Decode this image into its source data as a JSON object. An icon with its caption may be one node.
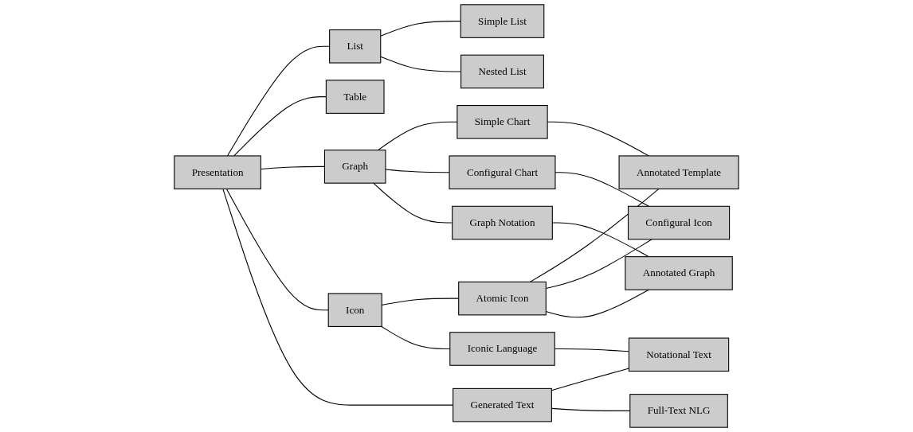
{
  "diagram": {
    "nodes": [
      {
        "text": [
          "Presentation"
        ]
      },
      {
        "text": [
          "List"
        ]
      },
      {
        "text": [
          "Table"
        ]
      },
      {
        "text": [
          "Graph"
        ]
      },
      {
        "text": [
          "Icon"
        ]
      },
      {
        "text": [
          "Generated Text"
        ]
      },
      {
        "text": [
          "Simple List"
        ]
      },
      {
        "text": [
          "Nested List"
        ]
      },
      {
        "text": [
          "Simple Chart"
        ]
      },
      {
        "text": [
          "Configural Chart"
        ]
      },
      {
        "text": [
          "Graph Notation"
        ]
      },
      {
        "text": [
          "Atomic Icon"
        ]
      },
      {
        "text": [
          "Iconic Language"
        ]
      },
      {
        "text": [
          "Full-Text NLG"
        ]
      },
      {
        "text": [
          "Annotated Template"
        ]
      },
      {
        "text": [
          "Configural Icon"
        ]
      },
      {
        "text": [
          "Annotated Graph"
        ]
      },
      {
        "text": [
          "Notational Text"
        ]
      }
    ],
    "edges": [
      {
        "from": 0,
        "to": 1,
        "arrow": "none"
      },
      {
        "from": 0,
        "to": 2,
        "arrow": "none"
      },
      {
        "from": 0,
        "to": 3,
        "arrow": "none"
      },
      {
        "from": 0,
        "to": 4,
        "arrow": "none"
      },
      {
        "from": 0,
        "to": 5,
        "arrow": "none"
      },
      {
        "from": 1,
        "to": 6,
        "arrow": "none"
      },
      {
        "from": 1,
        "to": 7,
        "arrow": "none"
      },
      {
        "from": 3,
        "to": 8,
        "arrow": "none"
      },
      {
        "from": 3,
        "to": 9,
        "arrow": "none"
      },
      {
        "from": 3,
        "to": 10,
        "arrow": "none"
      },
      {
        "from": 4,
        "to": 11,
        "arrow": "none"
      },
      {
        "from": 4,
        "to": 12,
        "arrow": "none"
      },
      {
        "from": 5,
        "to": 17,
        "arrow": "none"
      },
      {
        "from": 5,
        "to": 13,
        "arrow": "none"
      },
      {
        "from": 8,
        "to": 14,
        "arrow": "none"
      },
      {
        "from": 9,
        "to": 15,
        "arrow": "none"
      },
      {
        "from": 10,
        "to": 16,
        "arrow": "none"
      },
      {
        "from": 11,
        "to": 14,
        "arrow": "none"
      },
      {
        "from": 11,
        "to": 15,
        "arrow": "none"
      },
      {
        "from": 11,
        "to": 16,
        "arrow": "none"
      },
      {
        "from": 12,
        "to": 17,
        "arrow": "none"
      }
    ]
  }
}
